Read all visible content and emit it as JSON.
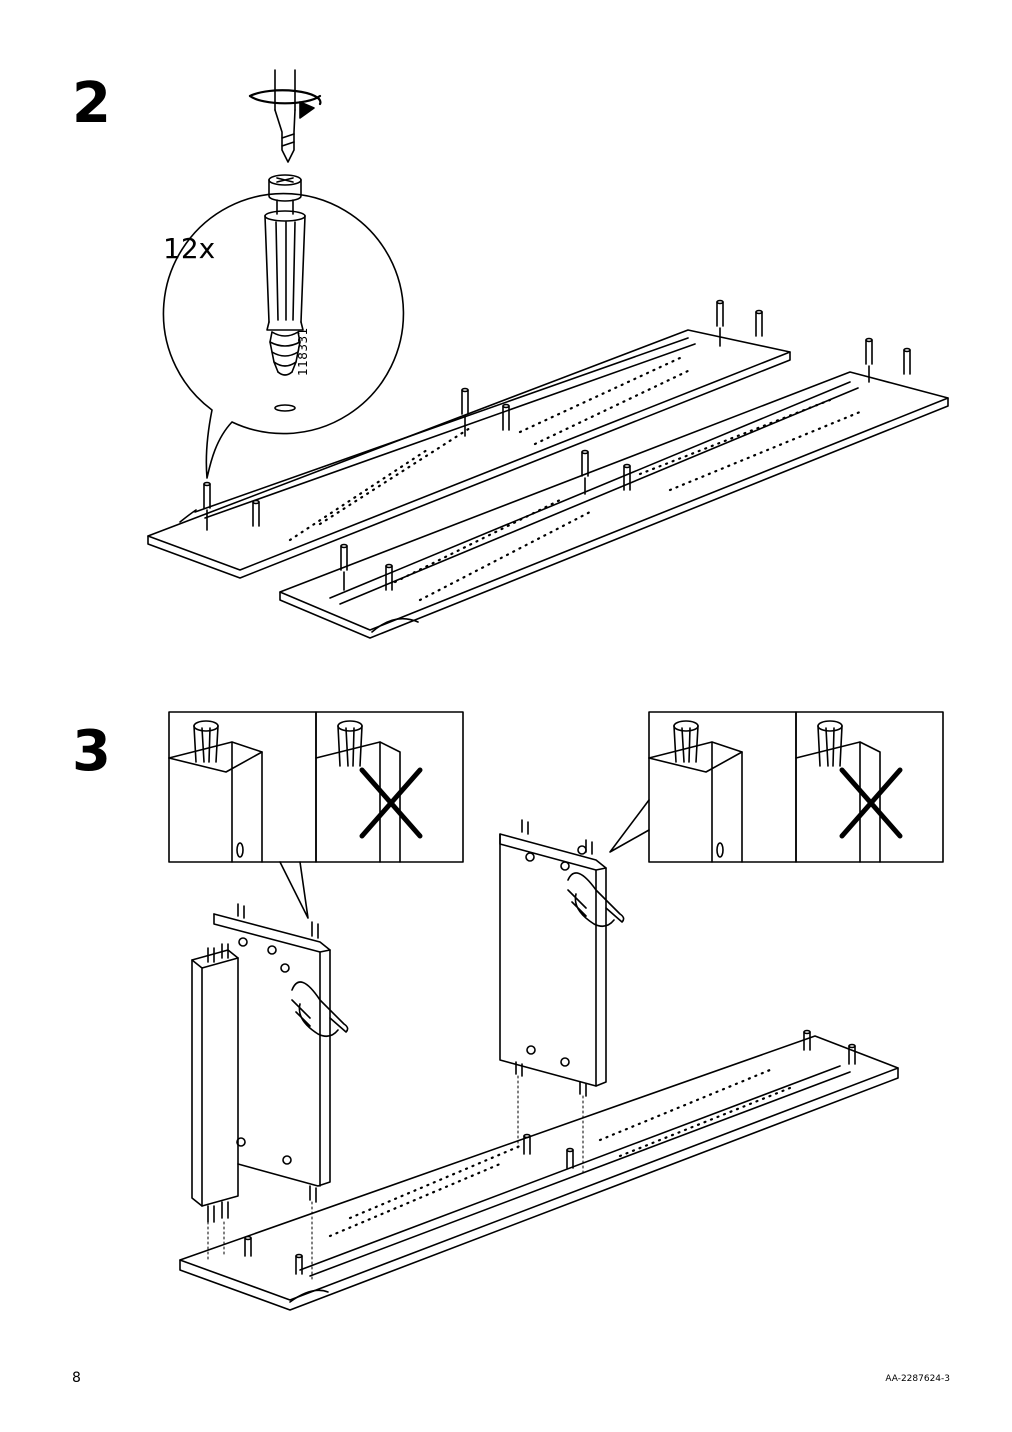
{
  "steps": [
    {
      "number": "2",
      "quantity": "12x",
      "part_number": "118331"
    },
    {
      "number": "3"
    }
  ],
  "footer": {
    "page_number": "8",
    "doc_code": "AA-2287624-3"
  }
}
